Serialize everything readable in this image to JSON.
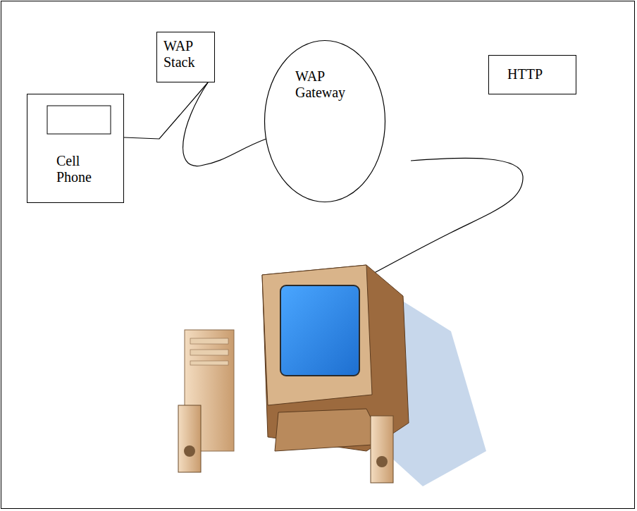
{
  "diagram": {
    "nodes": [
      {
        "text": [
          "Cell Phone"
        ]
      },
      {
        "text": [
          "WAP Stack"
        ]
      },
      {
        "text": [
          "WAP Gateway"
        ]
      },
      {
        "text": [
          "HTTP"
        ]
      }
    ],
    "edges": [
      {
        "from": 0,
        "to": 1,
        "arrow": "none"
      },
      {
        "from": 1,
        "to": 2,
        "arrow": "none"
      }
    ]
  }
}
